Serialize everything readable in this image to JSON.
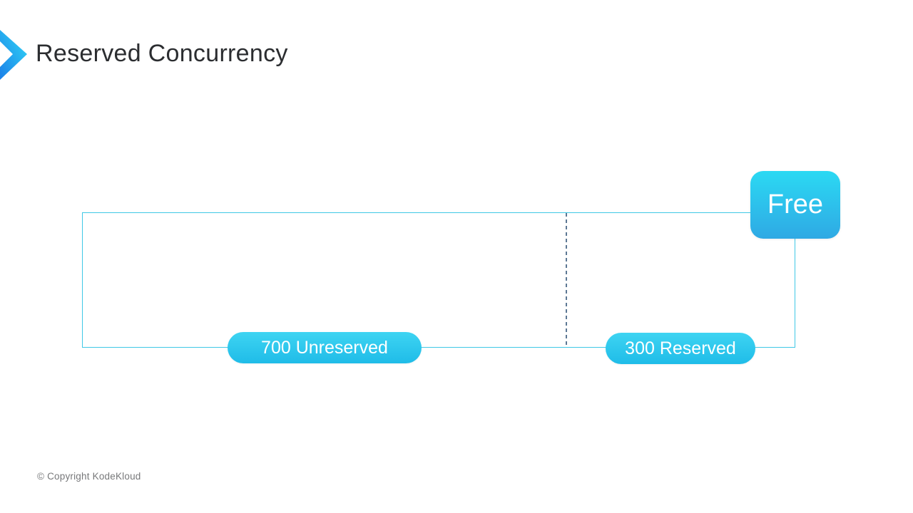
{
  "title": "Reserved Concurrency",
  "diagram": {
    "unreserved_label": "700 Unreserved",
    "reserved_label": "300 Reserved",
    "free_label": "Free"
  },
  "footer": {
    "copyright": "© Copyright KodeKloud"
  },
  "icons": {
    "chevron": "chevron-right-icon"
  },
  "colors": {
    "accent_cyan": "#29c6ee",
    "box_border": "#3fc8e6",
    "divider_dash": "#35567a",
    "pill_gradient_top": "#3ed4f2",
    "pill_gradient_bottom": "#1fbce8",
    "badge_gradient_top": "#2bd9f3",
    "badge_gradient_bottom": "#2fa9e4",
    "chevron_gradient_start": "#1b7fe8",
    "chevron_gradient_end": "#31d9f6",
    "title_text": "#2b2d30",
    "copyright_text": "#77787a"
  }
}
